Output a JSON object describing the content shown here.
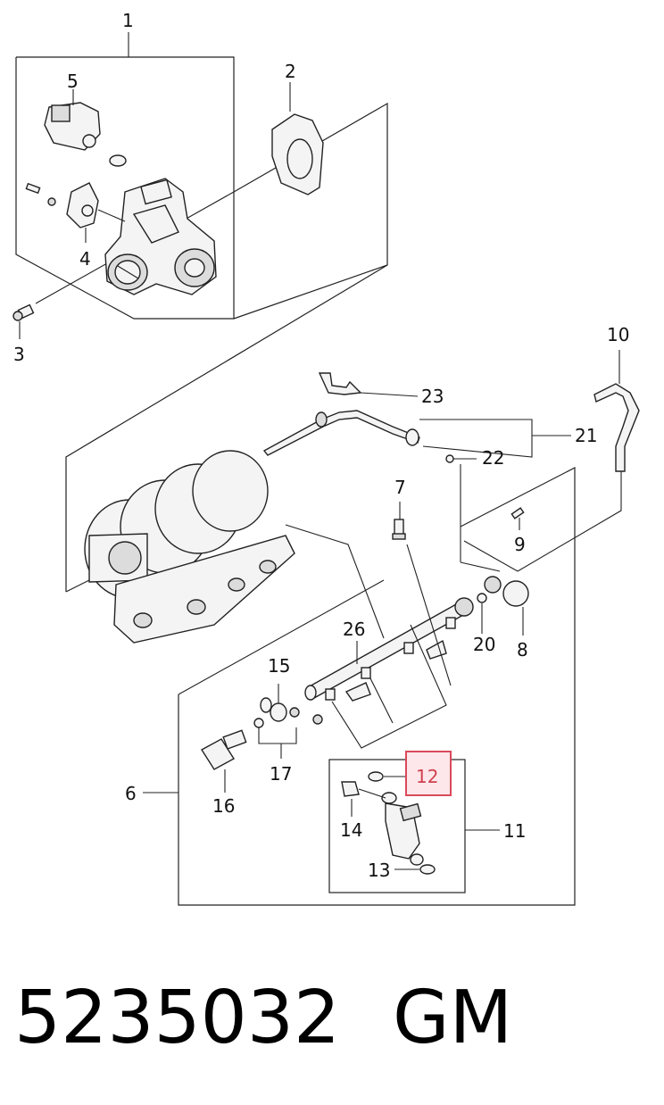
{
  "callouts": {
    "c1": "1",
    "c2": "2",
    "c3": "3",
    "c4": "4",
    "c5": "5",
    "c6": "6",
    "c7": "7",
    "c8": "8",
    "c9": "9",
    "c10": "10",
    "c11": "11",
    "c12": "12",
    "c13": "13",
    "c14": "14",
    "c15": "15",
    "c16": "16",
    "c17": "17",
    "c20": "20",
    "c21": "21",
    "c22": "22",
    "c23": "23",
    "c26": "26"
  },
  "footer": {
    "part_number": "5235032",
    "brand": "GM"
  },
  "colors": {
    "highlight_border": "#d94a5a",
    "highlight_fill": "#fde7ea",
    "line": "#222222"
  },
  "icons": [
    "throttle-body-icon",
    "intake-manifold-icon",
    "fuel-rail-icon",
    "fuel-injector-icon",
    "hose-icon",
    "bolt-icon"
  ]
}
